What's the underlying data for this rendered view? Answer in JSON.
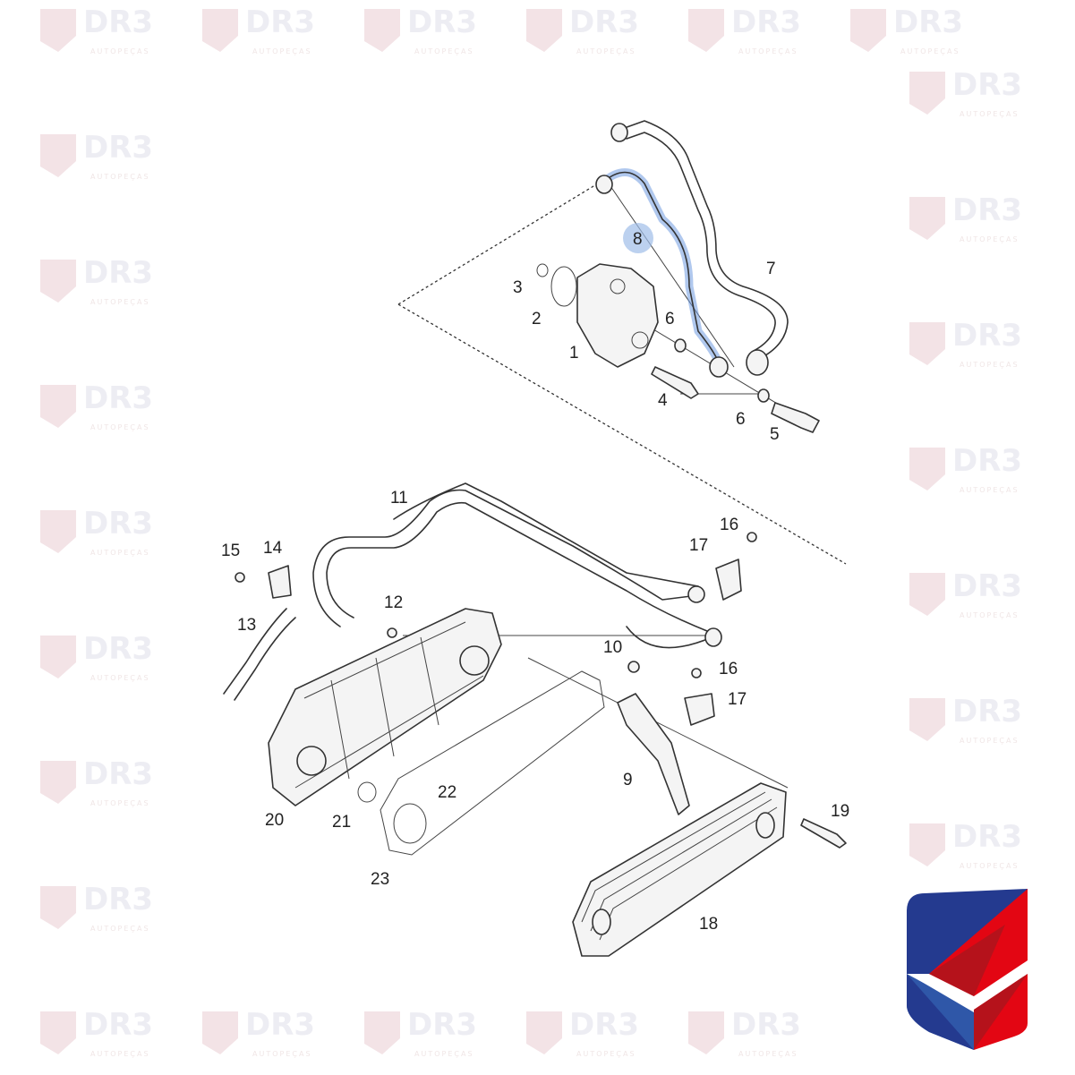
{
  "watermark": {
    "brand": "DR3",
    "tagline": "AUTOPEÇAS"
  },
  "logo": {
    "name": "DR3 shield logo",
    "colors": {
      "blue": "#243a8f",
      "light_blue": "#2f57a8",
      "red": "#e30613",
      "dark_red": "#b5121b"
    }
  },
  "highlight_color": "#6f9be0",
  "callouts": {
    "c1": "1",
    "c2": "2",
    "c3": "3",
    "c4": "4",
    "c5": "5",
    "c6a": "6",
    "c6b": "6",
    "c7": "7",
    "c8": "8",
    "c9": "9",
    "c10": "10",
    "c11": "11",
    "c12": "12",
    "c13": "13",
    "c14": "14",
    "c15": "15",
    "c16a": "16",
    "c16b": "16",
    "c17a": "17",
    "c17b": "17",
    "c18": "18",
    "c19": "19",
    "c20": "20",
    "c21": "21",
    "c22": "22",
    "c23": "23"
  },
  "selected_part": "8"
}
